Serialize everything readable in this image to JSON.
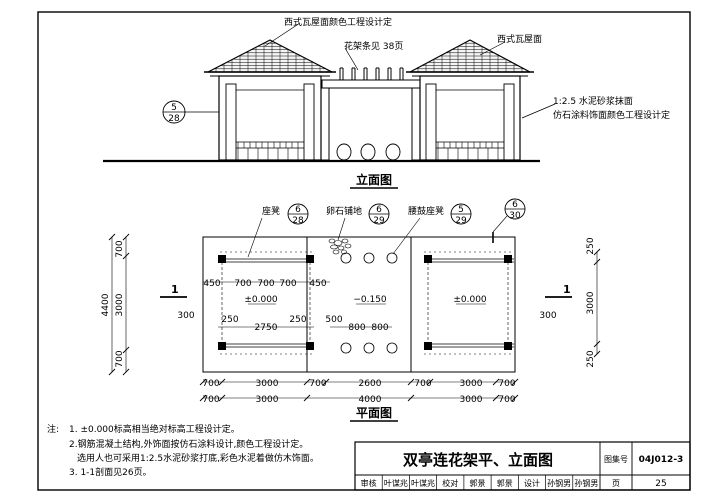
{
  "elevation": {
    "annotations": {
      "roof_left": "西式瓦屋面颜色工程设计定",
      "trellis_ref": "花架条见 38页",
      "roof_right": "西式瓦屋面",
      "mortar": "1:2.5 水泥砂浆抹面",
      "coating": "仿石涂料饰面颜色工程设计定"
    },
    "detail_ref": {
      "num": "5",
      "page": "28"
    },
    "title": "立面图"
  },
  "plan": {
    "labels": {
      "bench": "座凳",
      "pebble": "卵石铺地",
      "drum_stool": "腰鼓座凳"
    },
    "refs": [
      {
        "num": "6",
        "page": "28"
      },
      {
        "num": "6",
        "page": "29"
      },
      {
        "num": "5",
        "page": "29"
      },
      {
        "num": "6",
        "page": "30"
      }
    ],
    "elevations": {
      "left": "±0.000",
      "center": "−0.150",
      "right": "±0.000"
    },
    "section_mark": "1",
    "left_dims": [
      "4400",
      "700",
      "3000",
      "700"
    ],
    "inner_dims": {
      "top_row": [
        "450",
        "700",
        "700",
        "700",
        "450"
      ],
      "row_2750": [
        "250",
        "2750",
        "250"
      ],
      "center": [
        "500",
        "800",
        "800"
      ],
      "left_300": "300",
      "right_300": "300",
      "right": [
        "250",
        "3000",
        "250"
      ]
    },
    "bottom_dims_row1": [
      "700",
      "3000",
      "700",
      "2600",
      "700",
      "3000",
      "700"
    ],
    "bottom_dims_row2": [
      "700",
      "3000",
      "4000",
      "3000",
      "700"
    ],
    "title": "平面图"
  },
  "notes": {
    "label": "注:",
    "lines": [
      "1. ±0.000标高相当绝对标高工程设计定。",
      "2.钢筋混凝土结构,外饰面按仿石涂料设计,颜色工程设计定。",
      "选用人也可采用1:2.5水泥砂浆打底,彩色水泥着做仿木饰面。",
      "3. 1-1剖面见26页。"
    ]
  },
  "title_block": {
    "title": "双亭连花架平、立面图",
    "atlas_label": "图集号",
    "atlas_no": "04J012-3",
    "row2": [
      "审核",
      "叶谋兆",
      "叶谋兆",
      "校对",
      "郭景",
      "郭景",
      "设计",
      "孙钢男",
      "孙钢男"
    ],
    "page_label": "页",
    "page_no": "25"
  }
}
